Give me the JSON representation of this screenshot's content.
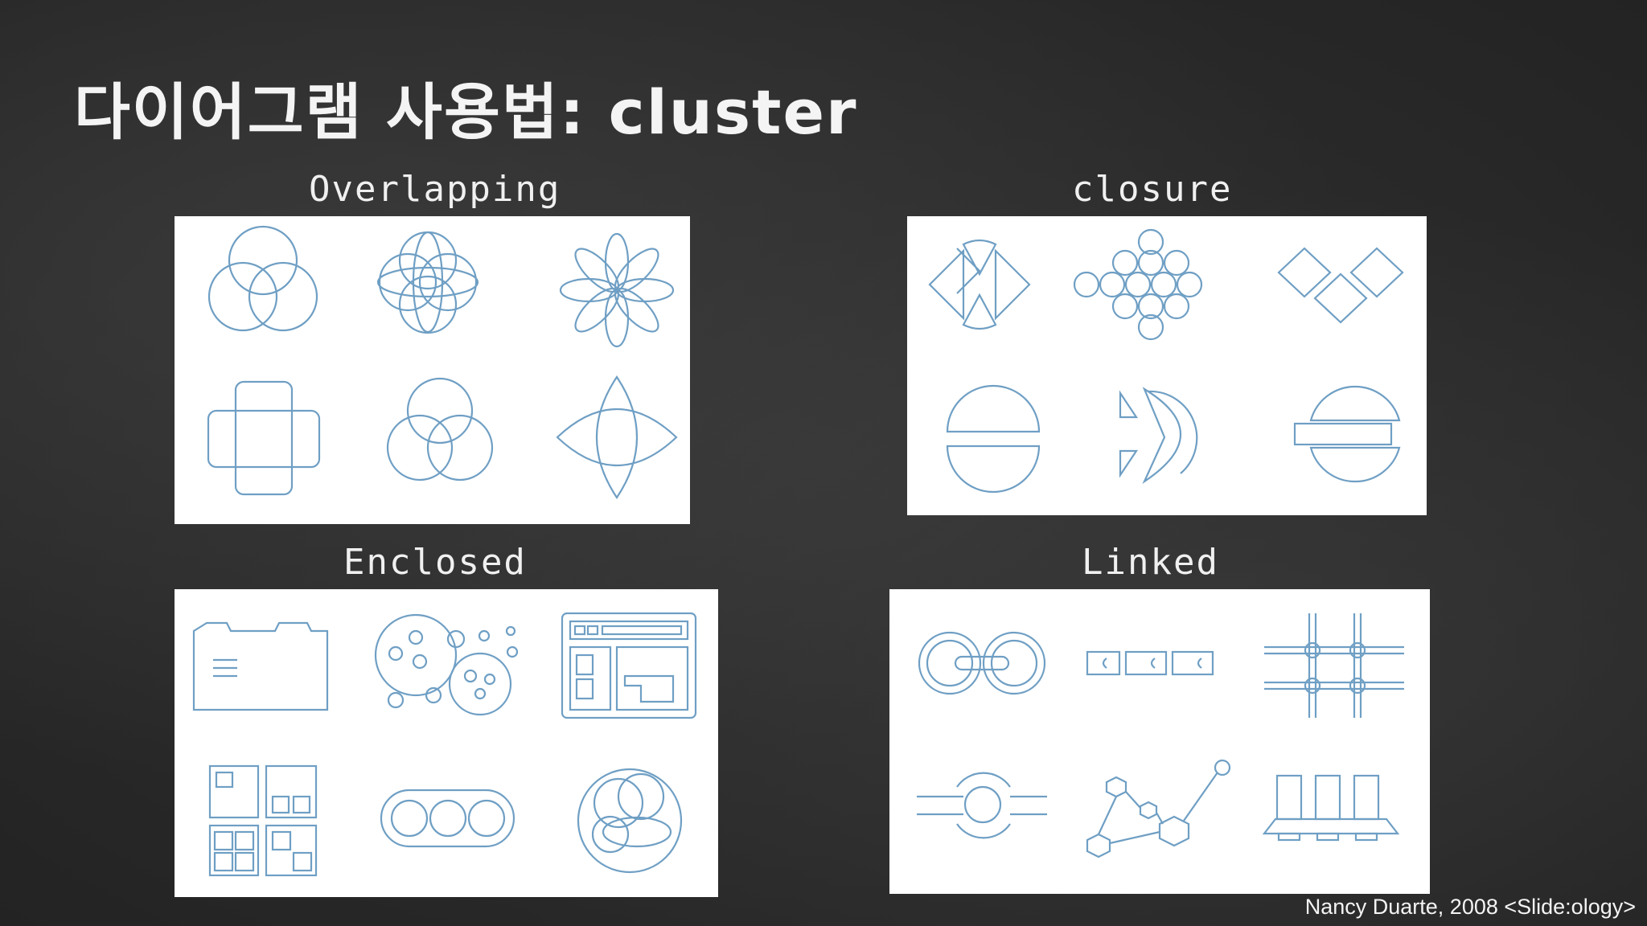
{
  "slide": {
    "title": "다이어그램 사용법: cluster",
    "credit": "Nancy Duarte, 2008 <Slide:ology>"
  },
  "sections": {
    "overlapping": "Overlapping",
    "closure": "closure",
    "enclosed": "Enclosed",
    "linked": "Linked"
  },
  "colors": {
    "background": "#2b2b2b",
    "diagram_stroke": "#6f9fc4",
    "text": "#f4f4f4"
  }
}
